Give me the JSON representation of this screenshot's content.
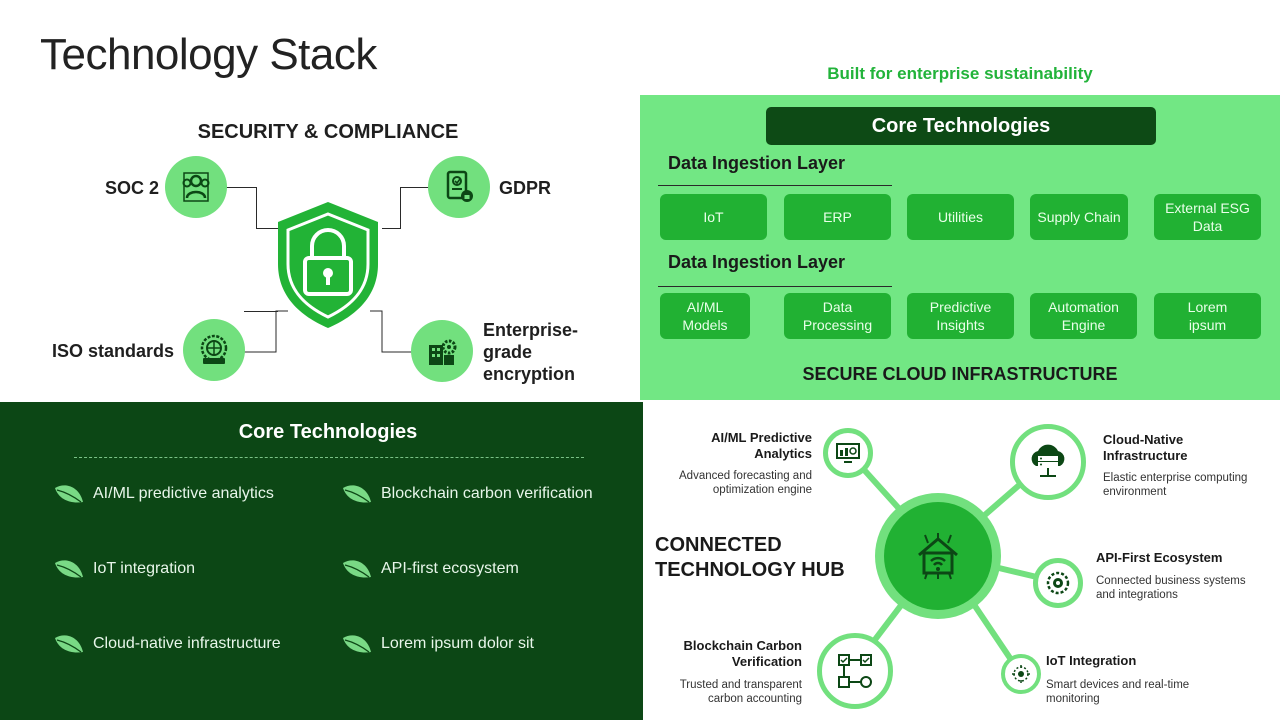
{
  "title": "Technology Stack",
  "security": {
    "heading": "SECURITY & COMPLIANCE",
    "items": [
      {
        "label": "SOC 2",
        "icon": "team-icon"
      },
      {
        "label": "GDPR",
        "icon": "document-lock-icon"
      },
      {
        "label": "ISO standards",
        "icon": "globe-badge-icon"
      },
      {
        "label": "Enterprise-grade encryption",
        "icon": "building-gear-icon"
      }
    ],
    "center_icon": "shield-lock-icon"
  },
  "core": {
    "tagline": "Built for enterprise sustainability",
    "badge": "Core Technologies",
    "layers": [
      {
        "title": "Data Ingestion Layer",
        "chips": [
          "IoT",
          "ERP",
          "Utilities",
          "Supply Chain",
          "External ESG Data"
        ]
      },
      {
        "title": "Data Ingestion Layer",
        "chips": [
          "AI/ML Models",
          "Data Processing",
          "Predictive Insights",
          "Automation Engine",
          "Lorem ipsum"
        ]
      }
    ],
    "footer": "SECURE CLOUD INFRASTRUCTURE"
  },
  "features": {
    "title": "Core Technologies",
    "items": [
      "AI/ML predictive analytics",
      "Blockchain carbon verification",
      "IoT integration",
      "API-first ecosystem",
      "Cloud-native infrastructure",
      "Lorem ipsum dolor sit"
    ],
    "icon": "leaf-icon"
  },
  "hub": {
    "title_line1": "CONNECTED",
    "title_line2": "TECHNOLOGY HUB",
    "center_icon": "smart-home-icon",
    "nodes": [
      {
        "title": "AI/ML Predictive Analytics",
        "desc": "Advanced forecasting and optimization engine",
        "icon": "monitor-chart-icon"
      },
      {
        "title": "Cloud-Native Infrastructure",
        "desc": "Elastic enterprise computing environment",
        "icon": "cloud-server-icon"
      },
      {
        "title": "API-First Ecosystem",
        "desc": "Connected business systems and integrations",
        "icon": "api-gear-icon"
      },
      {
        "title": "Blockchain Carbon Verification",
        "desc": "Trusted and transparent carbon accounting",
        "icon": "blockchain-icon"
      },
      {
        "title": "IoT Integration",
        "desc": "Smart devices and real-time monitoring",
        "icon": "iot-icon"
      }
    ]
  },
  "colors": {
    "accent_green": "#72e07e",
    "mid_green": "#21b133",
    "dark_green": "#0c4715",
    "tagline_green": "#22b33a"
  }
}
